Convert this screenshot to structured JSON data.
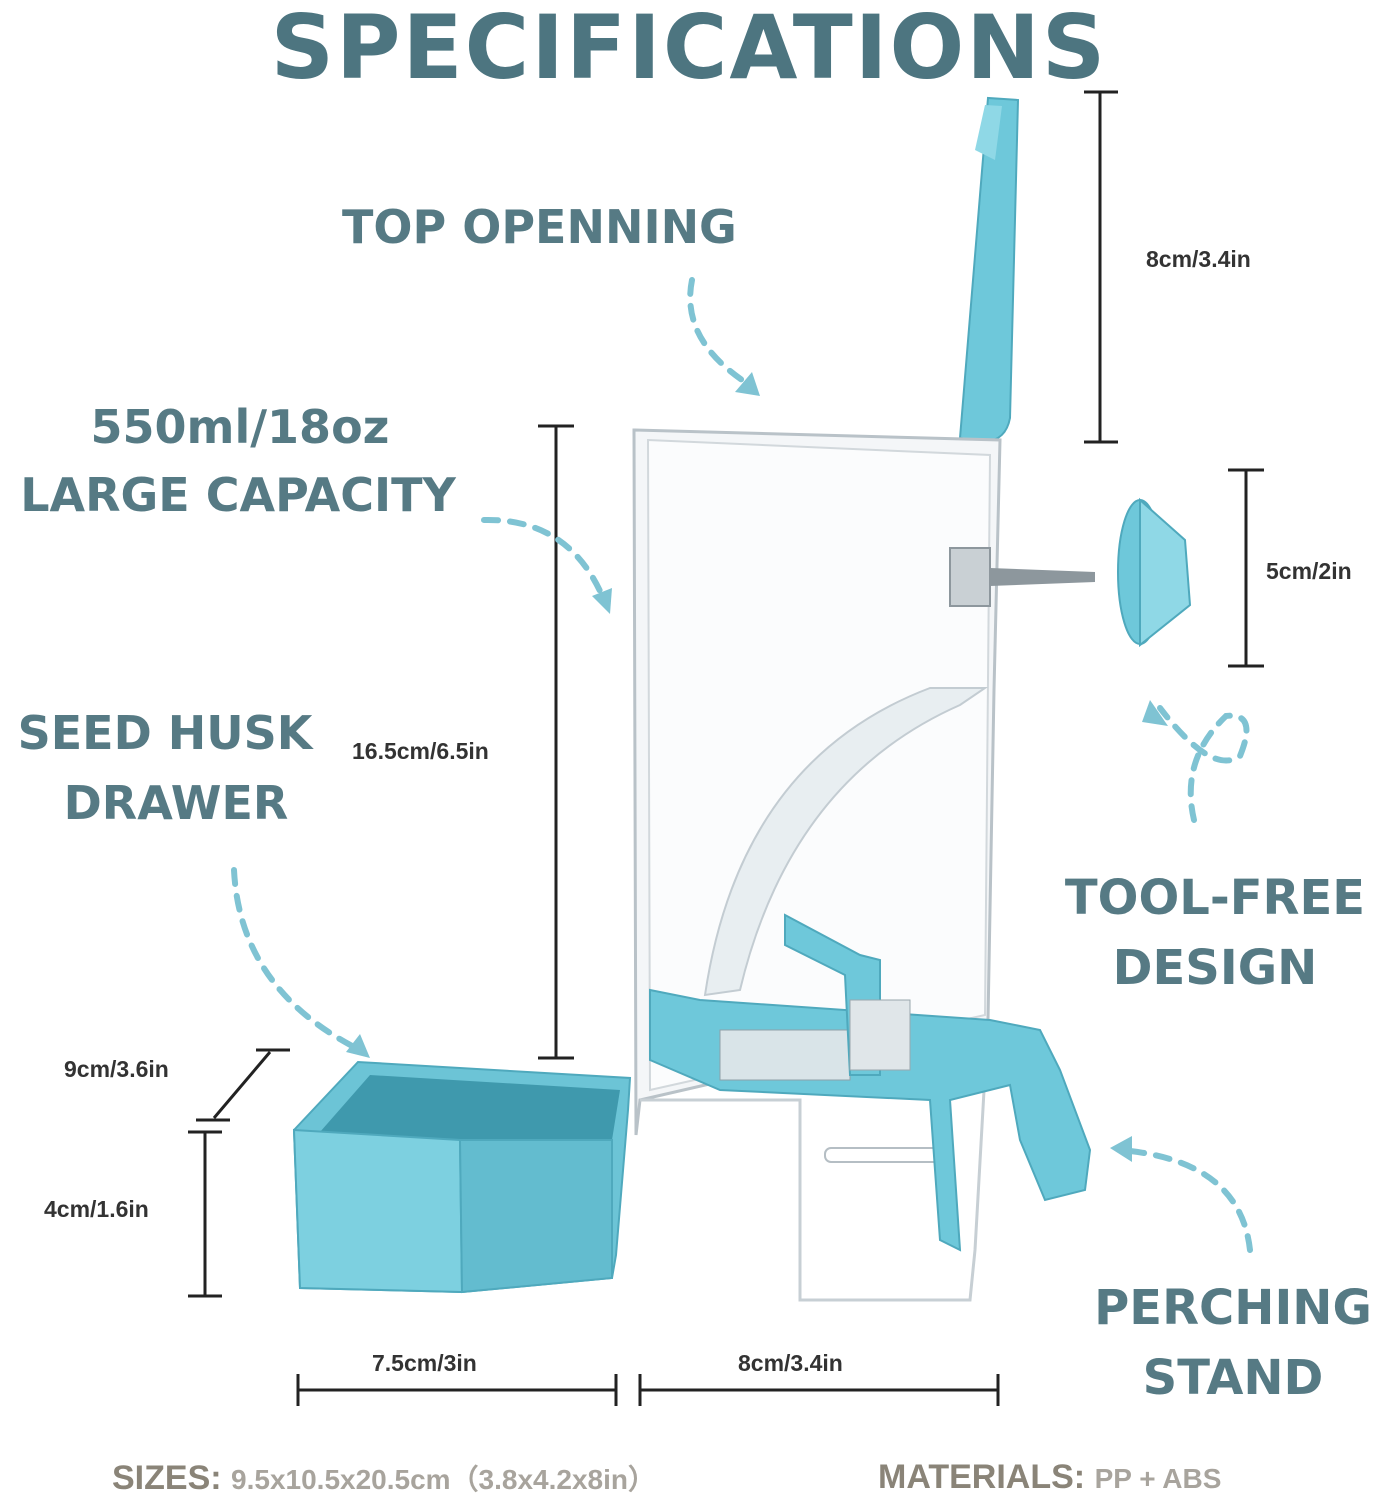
{
  "title": "SPECIFICATIONS",
  "features": {
    "top_opening": "TOP OPENNING",
    "capacity_line1": "550ml/18oz",
    "capacity_line2": "LARGE CAPACITY",
    "drawer_line1": "SEED HUSK",
    "drawer_line2": "DRAWER",
    "tool_free_line1": "TOOL-FREE",
    "tool_free_line2": "DESIGN",
    "perching_line1": "PERCHING",
    "perching_line2": "STAND"
  },
  "dimensions": {
    "lid_height": "8cm/3.4in",
    "perch_diameter": "5cm/2in",
    "body_height": "16.5cm/6.5in",
    "drawer_depth": "9cm/3.6in",
    "drawer_height": "4cm/1.6in",
    "drawer_width": "7.5cm/3in",
    "body_width": "8cm/3.4in"
  },
  "footer": {
    "sizes_label": "SIZES:",
    "sizes_value": "9.5x10.5x20.5cm（3.8x4.2x8in）",
    "materials_label": "MATERIALS:",
    "materials_value": "PP + ABS"
  },
  "colors": {
    "accent_blue": "#6cc4d6",
    "title_slate": "#4d7580",
    "arrow_dash": "#7fc3d3"
  }
}
